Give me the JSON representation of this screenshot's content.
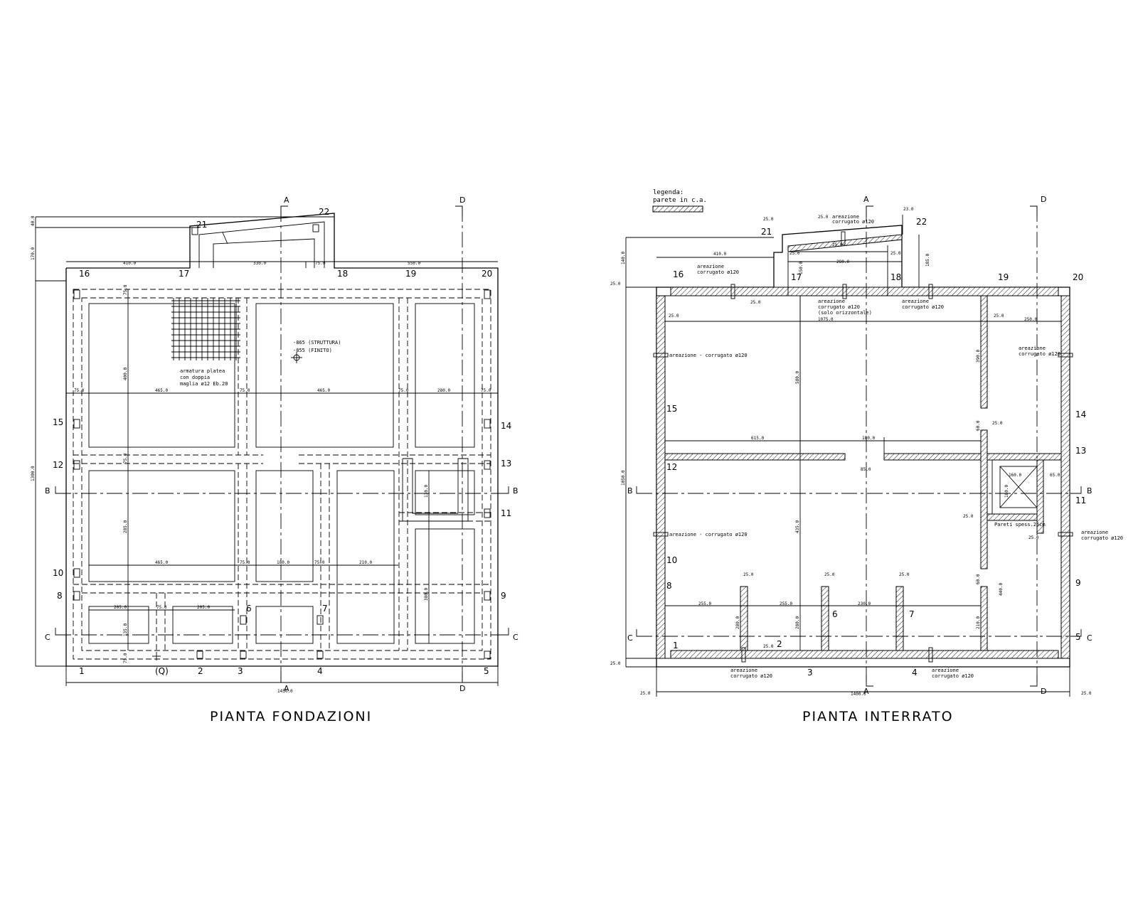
{
  "foundation": {
    "title": "PIANTA FONDAZIONI",
    "section_letters": {
      "a": "A",
      "b": "B",
      "c": "C",
      "d": "D"
    },
    "numbers": [
      "1",
      "2",
      "3",
      "4",
      "5",
      "6",
      "7",
      "8",
      "9",
      "10",
      "11",
      "12",
      "13",
      "14",
      "15",
      "16",
      "17",
      "18",
      "19",
      "20",
      "21",
      "22",
      "(Q)"
    ],
    "note_slab": [
      "armatura platea",
      "con doppia",
      "maglia ø12 Eb.20"
    ],
    "note_levels": [
      "-865 (STRUTTURA)",
      "-855 (FINITO)"
    ],
    "dims": {
      "overall_width": "1450.0",
      "overall_height": "1300.0",
      "left_top_a": "40.0",
      "left_top_b": "170.0",
      "top_left": "410.0",
      "top_mid": "330.0",
      "top_right": "550.0",
      "top_25": "75.0",
      "row_1": [
        "75.0",
        "465.0",
        "75.0",
        "465.0",
        "75.0",
        "280.0",
        "75.0"
      ],
      "row_2": [
        "465.0",
        "75.0",
        "180.0",
        "75.0",
        "210.0"
      ],
      "row_3": [
        "205.0",
        "75.0",
        "205.0"
      ],
      "v_400": "400.0",
      "v_285": "285.0",
      "v_75a": "75.0",
      "v_75b": "75.0",
      "v_130": "130.0",
      "v_380": "380.0",
      "v_135": "135.0",
      "v_75c": "75.0"
    }
  },
  "basement": {
    "title": "PIANTA INTERRATO",
    "legend_title": "legenda:",
    "legend_item": "parete in c.a.",
    "section_letters": {
      "a": "A",
      "b": "B",
      "c": "C",
      "d": "D"
    },
    "numbers": [
      "1",
      "2",
      "3",
      "4",
      "5",
      "6",
      "7",
      "8",
      "9",
      "10",
      "11",
      "12",
      "13",
      "14",
      "15",
      "16",
      "17",
      "18",
      "19",
      "20",
      "21",
      "22"
    ],
    "notes": {
      "areazione_top": [
        "areazione",
        "corrugato ø120"
      ],
      "areazione_mid": [
        "areazione",
        "corrugato ø120",
        "(solo orizzontale)"
      ],
      "areazione_right_top": [
        "areazione",
        "corrugato ø120"
      ],
      "areazione_16": [
        "areazione",
        "corrugato ø120"
      ],
      "areazione_left_1": "areazione - corrugato ø120",
      "areazione_left_2": "areazione - corrugato ø120",
      "areazione_right_1": [
        "areazione",
        "corrugato ø120"
      ],
      "areazione_right_2": [
        "areazione",
        "corrugato ø120"
      ],
      "areazione_bottom_1": [
        "areazione",
        "corrugato ø120"
      ],
      "areazione_bottom_2": [
        "areazione",
        "corrugato ø120"
      ],
      "pareti": "Pareti spess.25cm"
    },
    "dims": {
      "overall_width": "1400.0",
      "overall_height": "1050.0",
      "left_top": "140.0",
      "left_25a": "25.0",
      "left_25b": "25.0",
      "bottom_25a": "25.0",
      "bottom_25b": "25.0",
      "top_410": "410.0",
      "top_25a": "25.0",
      "top_25b": "25.0",
      "top_25c": "25.0",
      "top_25d": "25.0",
      "top_25e": "25.0",
      "top_25f": "25.0",
      "top_280": "280.0",
      "top_185": "185.0",
      "top_150": "150.0",
      "top_25_23": "23.0",
      "h_1075": "1075.0",
      "h_25a": "25.0",
      "h_250": "250.0",
      "h_25b": "25.0",
      "h_615": "615.0",
      "h_180": "180.0",
      "h_85": "85.0",
      "v_580": "580.0",
      "v_390": "390.0",
      "v_60a": "60.0",
      "v_25x": "25.0",
      "v_435": "435.0",
      "h_160": "160.0",
      "v_180": "180.0",
      "h_65": "65.0",
      "h_25y": "25.0",
      "h_25z": "25.0",
      "v_60b": "60.0",
      "v_440": "440.0",
      "v_210": "210.0",
      "h_255a": "255.0",
      "h_255b": "255.0",
      "h_230": "230.0",
      "v_280a": "280.0",
      "v_280b": "280.0",
      "h_25_w1": "25.0",
      "h_25_w2": "25.0",
      "h_25_w3": "25.0",
      "h_25_b": "25.0"
    }
  }
}
